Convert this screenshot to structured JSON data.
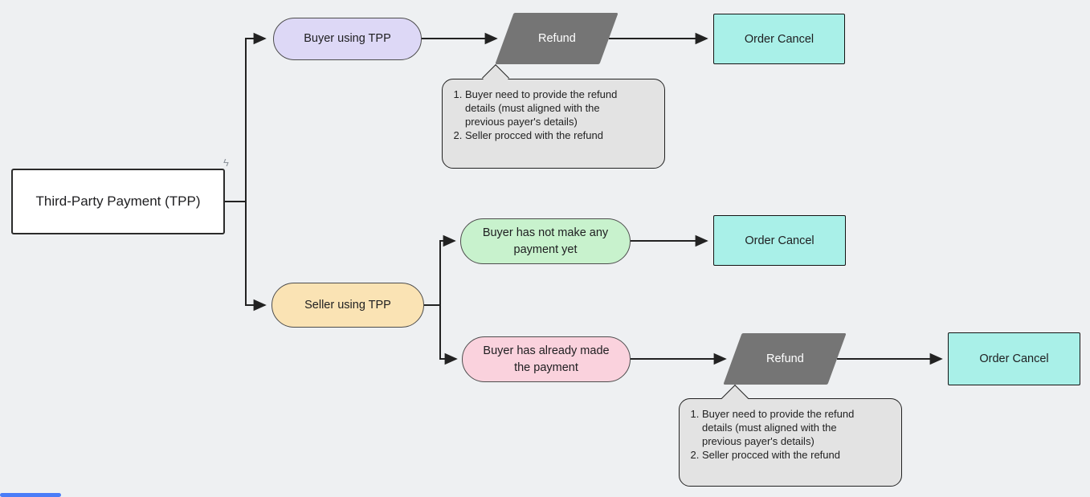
{
  "colors": {
    "background": "#eef0f2",
    "connector": "#222222",
    "callout_fill": "#e3e3e3",
    "scrollbar_blue": "#4a7df8"
  },
  "icons": {
    "root_badge": "ϟ"
  },
  "nodes": {
    "root": {
      "label": "Third-Party Payment (TPP)",
      "fill": "#ffffff"
    },
    "buyer_tpp": {
      "label": "Buyer using TPP",
      "fill": "#ddd8f6"
    },
    "refund1": {
      "label": "Refund",
      "fill": "#757575"
    },
    "cancel1": {
      "label": "Order Cancel",
      "fill": "#a9f0e8"
    },
    "seller_tpp": {
      "label": "Seller using TPP",
      "fill": "#fae3b4"
    },
    "no_payment": {
      "label": "Buyer has not make any payment yet",
      "fill": "#c8f2cd"
    },
    "cancel2": {
      "label": "Order Cancel",
      "fill": "#a9f0e8"
    },
    "paid": {
      "label": "Buyer has already made the payment",
      "fill": "#fad2dd"
    },
    "refund2": {
      "label": "Refund",
      "fill": "#757575"
    },
    "cancel3": {
      "label": "Order Cancel",
      "fill": "#a9f0e8"
    }
  },
  "callouts": [
    {
      "items": [
        "Buyer need to provide the refund details (must aligned with the previous payer's details)",
        "Seller procced with the refund"
      ]
    },
    {
      "items": [
        "Buyer need to provide the refund details (must aligned with the previous payer's details)",
        "Seller procced with the refund"
      ]
    }
  ]
}
